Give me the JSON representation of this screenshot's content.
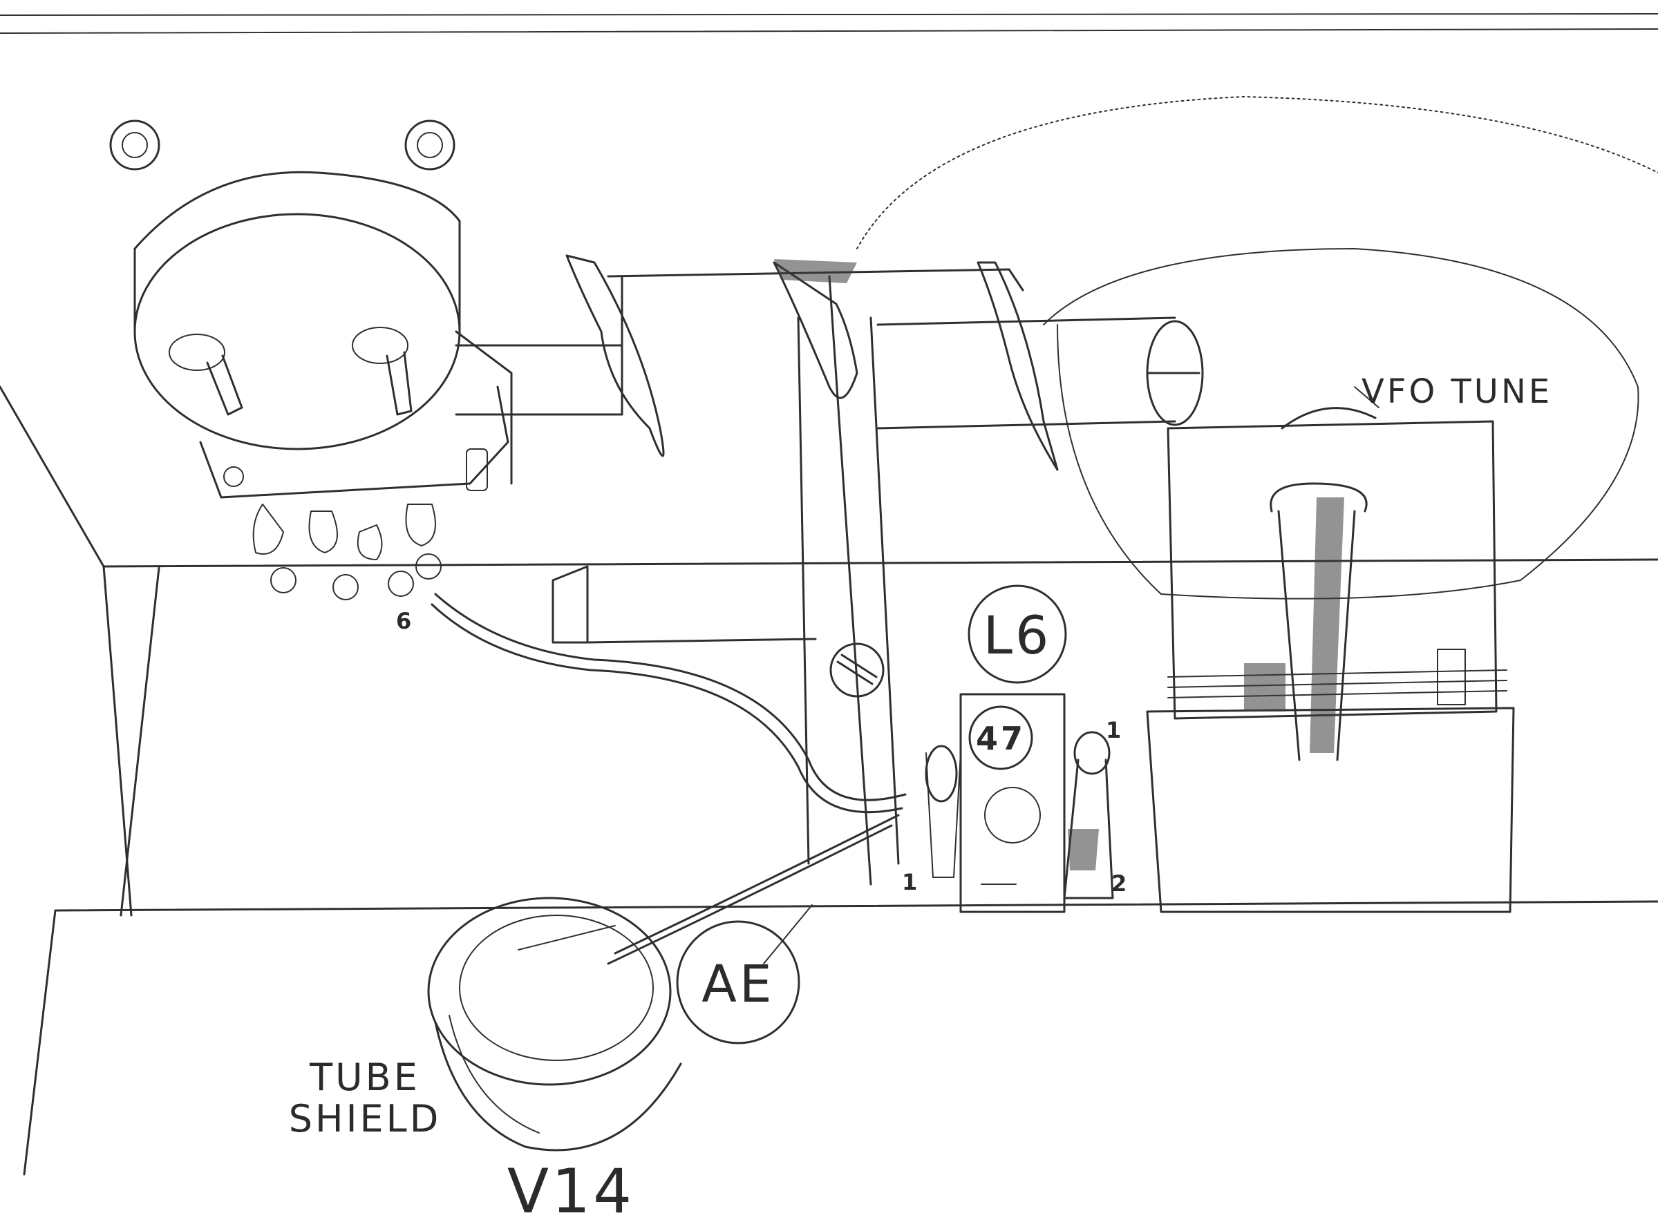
{
  "labels": {
    "vfo_tune": "VFO TUNE",
    "l6": "L6",
    "c47": "47",
    "ae": "AE",
    "tube_shield_line1": "TUBE",
    "tube_shield_line2": "SHIELD",
    "v14": "V14",
    "terminal_6": "6",
    "terminal_1_left": "1",
    "terminal_1_right": "1",
    "terminal_2": "2"
  }
}
